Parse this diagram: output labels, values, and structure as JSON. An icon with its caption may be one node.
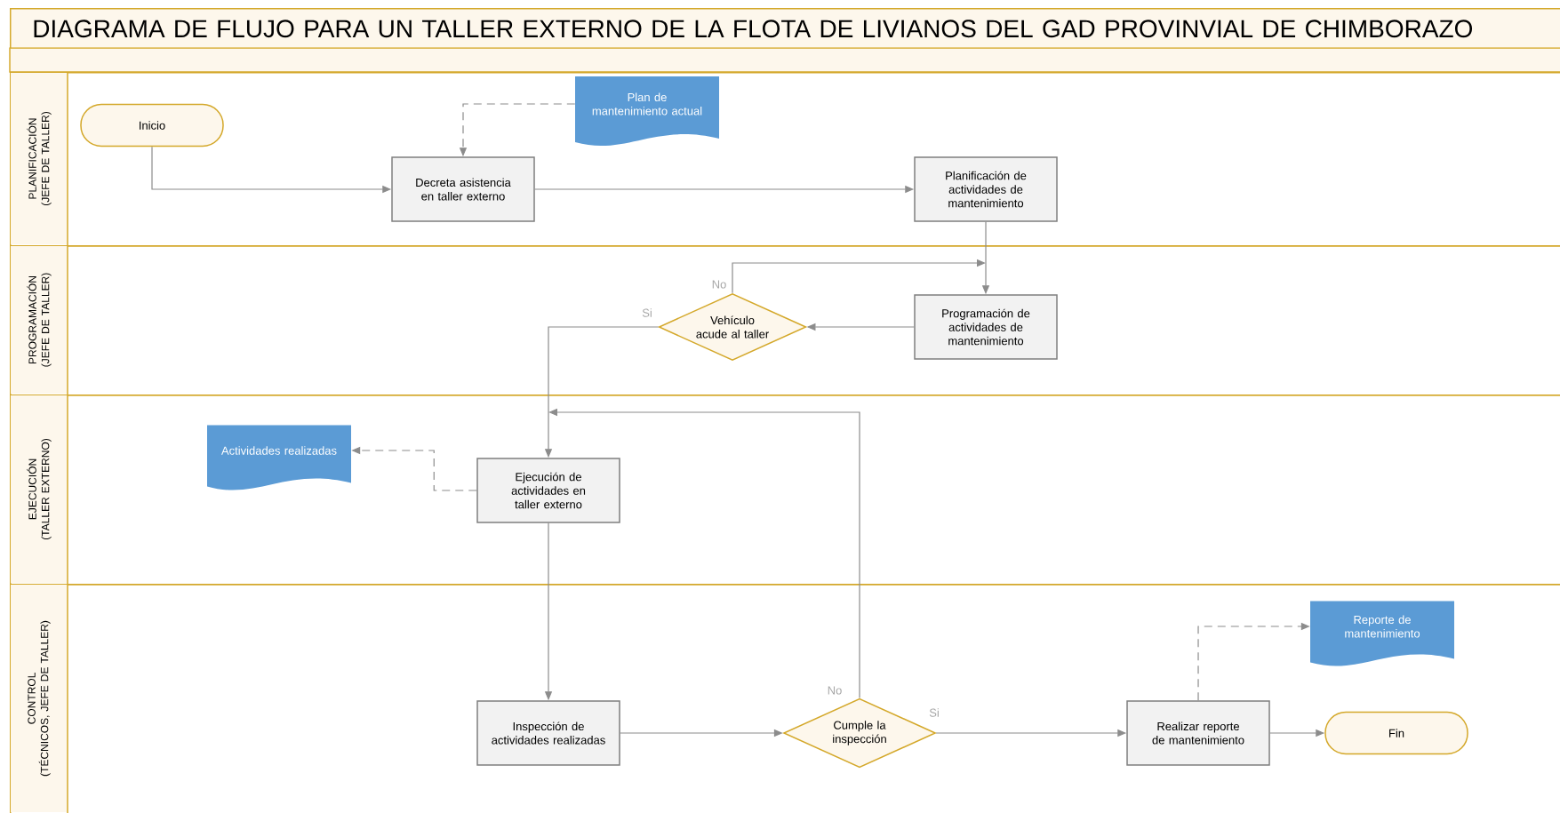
{
  "diagram": {
    "title": "DIAGRAMA DE FLUJO PARA UN TALLER EXTERNO DE LA FLOTA DE LIVIANOS DEL GAD PROVINVIAL DE CHIMBORAZO",
    "nodes": [
      {
        "text": [
          "PLANIFICACIÓN",
          "(JEFE DE TALLER)"
        ]
      },
      {
        "text": [
          "Inicio"
        ],
        "in": 0
      },
      {
        "text": [
          "Plan de mantenimiento actual"
        ],
        "in": 0
      },
      {
        "text": [
          "Decreta asistencia en taller externo"
        ],
        "in": 0
      },
      {
        "text": [
          "Planificación de actividades de mantenimiento"
        ],
        "in": 0
      },
      {
        "text": [
          "PROGRAMACIÓN",
          "(JEFE DE TALLER)"
        ]
      },
      {
        "text": [
          "Vehículo acude al taller"
        ],
        "in": 5
      },
      {
        "text": [
          "Programación de actividades de mantenimiento"
        ],
        "in": 5
      },
      {
        "text": [
          "EJECUCIÓN",
          "(TALLER EXTERNO)"
        ]
      },
      {
        "text": [
          "Actividades realizadas"
        ],
        "in": 8
      },
      {
        "text": [
          "Ejecución de actividades en taller externo"
        ],
        "in": 8
      },
      {
        "text": [
          "CONTROL",
          "(TÉCNICOS, JEFE DE TALLER)"
        ]
      },
      {
        "text": [
          "Inspección de actividades realizadas"
        ],
        "in": 11
      },
      {
        "text": [
          "Cumple la inspección"
        ],
        "in": 11
      },
      {
        "text": [
          "Realizar reporte de mantenimiento"
        ],
        "in": 11
      },
      {
        "text": [
          "Reporte de mantenimiento"
        ],
        "in": 11
      },
      {
        "text": [
          "Fin"
        ],
        "in": 11
      }
    ],
    "edges": [
      {
        "from": 1,
        "to": 3,
        "arrow": "to"
      },
      {
        "from": 2,
        "to": 3,
        "arrow": "to",
        "style": "dashed"
      },
      {
        "from": 3,
        "to": 4,
        "arrow": "to"
      },
      {
        "from": 4,
        "to": 7,
        "arrow": "to"
      },
      {
        "from": 7,
        "to": 6,
        "arrow": "to"
      },
      {
        "from": 6,
        "to": 10,
        "arrow": "to",
        "label": "Si"
      },
      {
        "from": 6,
        "to": 7,
        "arrow": "to",
        "label": "No"
      },
      {
        "from": 10,
        "to": 9,
        "arrow": "to",
        "style": "dashed"
      },
      {
        "from": 10,
        "to": 12,
        "arrow": "to"
      },
      {
        "from": 12,
        "to": 13,
        "arrow": "to"
      },
      {
        "from": 13,
        "to": 10,
        "arrow": "to",
        "label": "No"
      },
      {
        "from": 13,
        "to": 14,
        "arrow": "to",
        "label": "Si"
      },
      {
        "from": 14,
        "to": 16,
        "arrow": "to"
      },
      {
        "from": 14,
        "to": 15,
        "arrow": "to",
        "style": "dashed"
      }
    ]
  }
}
